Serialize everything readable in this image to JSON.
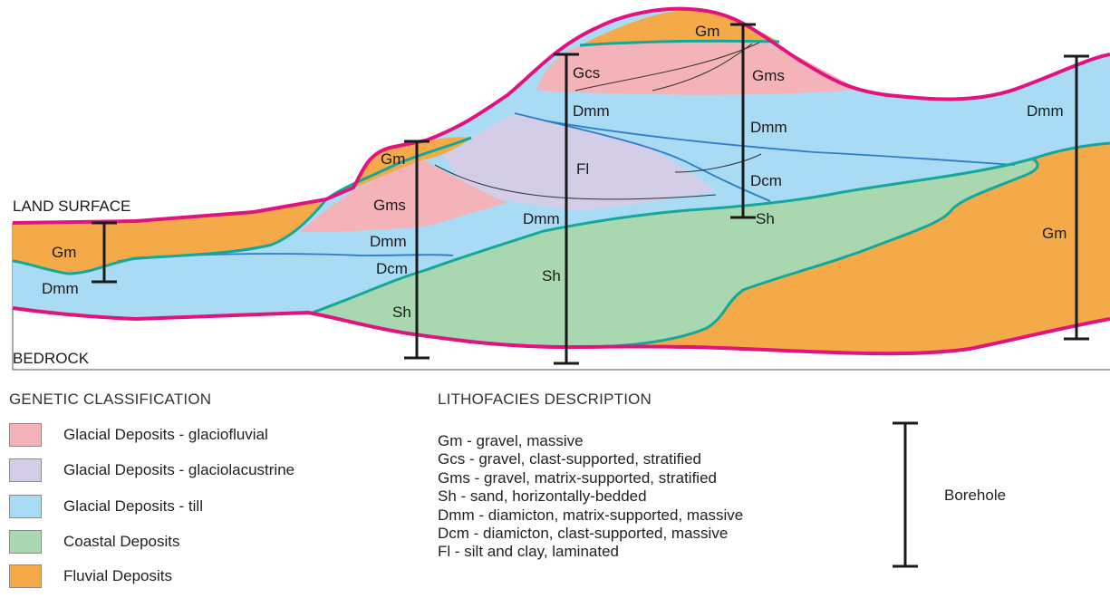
{
  "section": {
    "land_surface_label": "LAND SURFACE",
    "bedrock_label": "BEDROCK",
    "units": [
      {
        "code": "Gm",
        "class": "fluvial"
      },
      {
        "code": "Gcs",
        "class": "glaciofluvial"
      },
      {
        "code": "Gms",
        "class": "glaciofluvial"
      },
      {
        "code": "Fl",
        "class": "glaciolacustrine"
      },
      {
        "code": "Dmm",
        "class": "till"
      },
      {
        "code": "Dcm",
        "class": "till"
      },
      {
        "code": "Sh",
        "class": "coastal"
      }
    ],
    "boreholes": [
      {
        "labels": [
          "Gm",
          "Dmm"
        ]
      },
      {
        "labels": [
          "Gm",
          "Gms",
          "Dmm",
          "Dcm",
          "Sh"
        ]
      },
      {
        "labels": [
          "Gcs",
          "Dmm",
          "Fl",
          "Dmm",
          "Sh"
        ]
      },
      {
        "labels": [
          "Gm",
          "Gms",
          "Dmm",
          "Dcm",
          "Sh"
        ]
      },
      {
        "labels": [
          "Dmm",
          "Gm"
        ]
      }
    ]
  },
  "legend": {
    "genetic_title": "GENETIC CLASSIFICATION",
    "genetic_items": [
      {
        "label": "Glacial Deposits - glaciofluvial",
        "color": "#F4B3B8"
      },
      {
        "label": "Glacial Deposits - glaciolacustrine",
        "color": "#D4CDE8"
      },
      {
        "label": "Glacial Deposits - till",
        "color": "#A9DBF5"
      },
      {
        "label": "Coastal Deposits",
        "color": "#A9D8B0"
      },
      {
        "label": "Fluvial Deposits",
        "color": "#F5AA4A"
      }
    ],
    "litho_title": "LITHOFACIES DESCRIPTION",
    "litho_items": [
      "Gm - gravel, massive",
      "Gcs - gravel, clast-supported, stratified",
      "Gms - gravel, matrix-supported, stratified",
      "Sh - sand, horizontally-bedded",
      "Dmm - diamicton, matrix-supported, massive",
      "Dcm - diamicton, clast-supported, massive",
      "Fl - silt and clay, laminated"
    ],
    "borehole_label": "Borehole"
  },
  "colors": {
    "land_surface_line": "#E0137F",
    "unit_contact_line": "#14A79A",
    "internal_contact_line": "#2E7DC9",
    "borehole": "#1a1a1a"
  }
}
